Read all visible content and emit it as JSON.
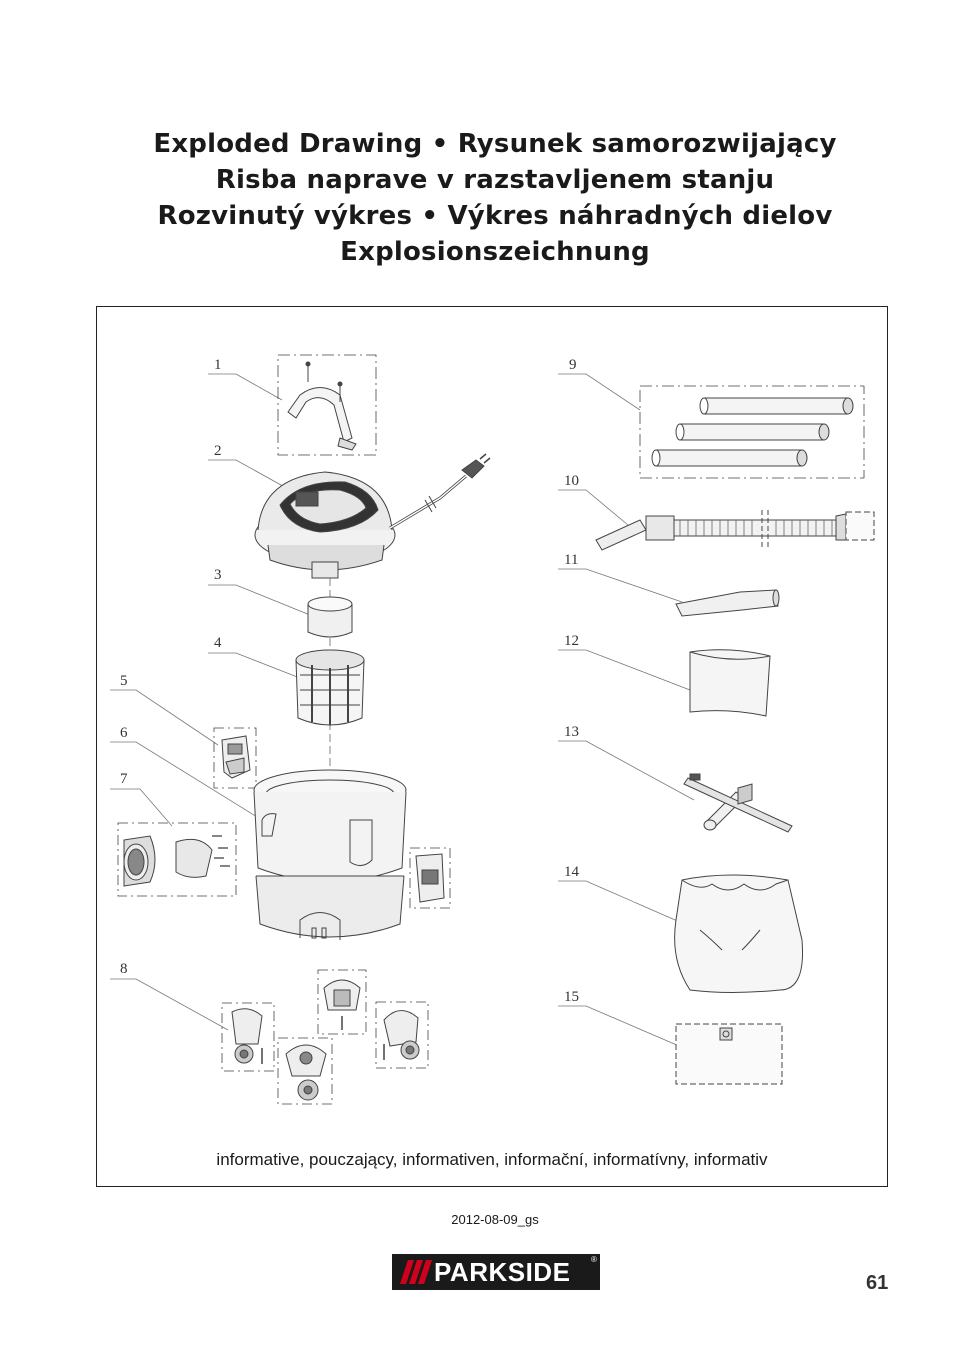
{
  "title_lines": [
    "Exploded Drawing • Rysunek samorozwijający",
    "Risba naprave v razstavljenem stanju",
    "Rozvinutý výkres • Výkres náhradných dielov",
    "Explosionszeichnung"
  ],
  "part_numbers": [
    "1",
    "2",
    "3",
    "4",
    "5",
    "6",
    "7",
    "8",
    "9",
    "10",
    "11",
    "12",
    "13",
    "14",
    "15"
  ],
  "caption": "informative, pouczający, informativen, informační, informatívny, informativ",
  "footer_code": "2012-08-09_gs",
  "brand": {
    "name": "PARKSIDE",
    "registered": "®"
  },
  "page_number": "61"
}
